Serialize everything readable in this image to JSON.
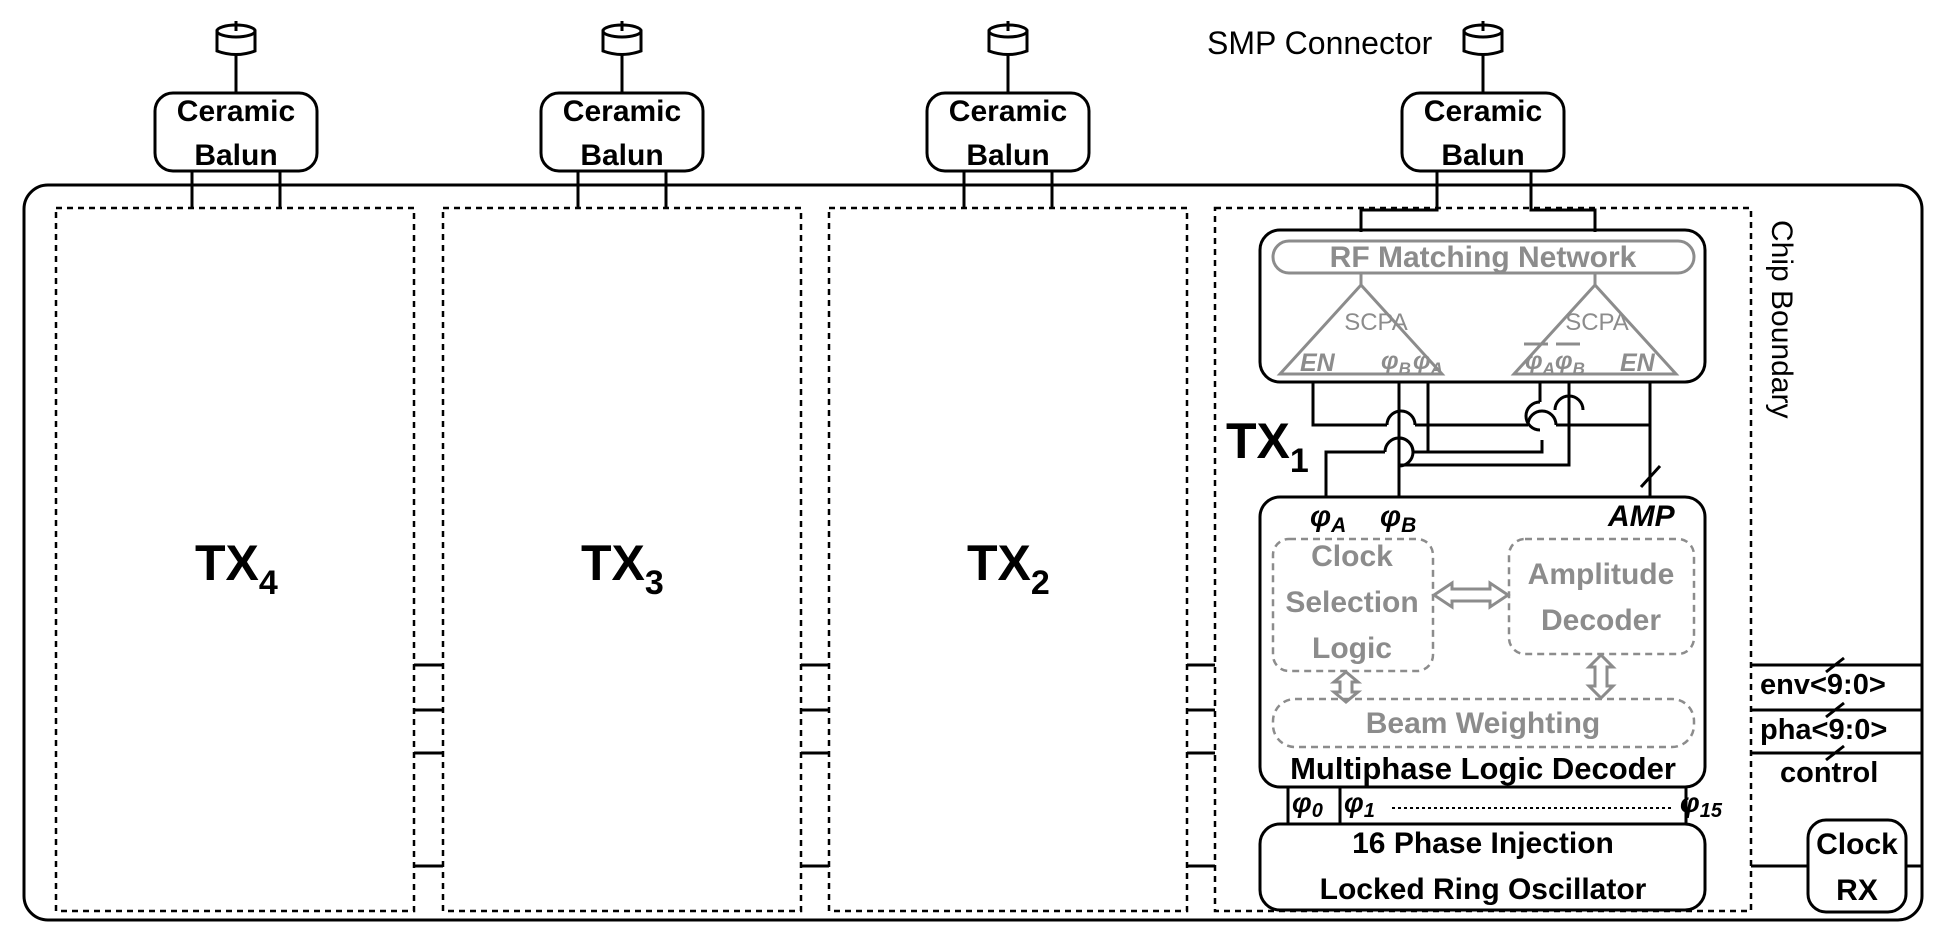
{
  "labels": {
    "smp_connector": "SMP Connector",
    "ceramic": "Ceramic",
    "balun": "Balun",
    "chip_boundary": "Chip Boundary",
    "tx_prefix": "TX",
    "tx1_sub": "1",
    "tx2_sub": "2",
    "tx3_sub": "3",
    "tx4_sub": "4",
    "rf_matching": "RF Matching Network",
    "scpa": "SCPA",
    "en": "EN",
    "phi": "φ",
    "sub_a": "A",
    "sub_b": "B",
    "amp": "AMP",
    "clock_sel_1": "Clock",
    "clock_sel_2": "Selection",
    "clock_sel_3": "Logic",
    "amp_dec_1": "Amplitude",
    "amp_dec_2": "Decoder",
    "beam_weighting": "Beam Weighting",
    "multiphase": "Multiphase Logic Decoder",
    "phi_0": "0",
    "phi_1": "1",
    "phi_15": "15",
    "ilro_1": "16 Phase Injection",
    "ilro_2": "Locked Ring Oscillator",
    "env": "env<9:0>",
    "pha": "pha<9:0>",
    "control": "control",
    "clock_rx_1": "Clock",
    "clock_rx_2": "RX"
  }
}
